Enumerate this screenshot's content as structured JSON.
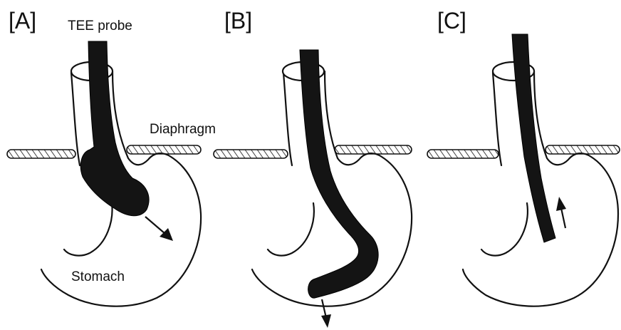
{
  "panels": [
    {
      "id": "A",
      "label": "[A]",
      "direction": "advance"
    },
    {
      "id": "B",
      "label": "[B]",
      "direction": "advance-flex"
    },
    {
      "id": "C",
      "label": "[C]",
      "direction": "withdraw"
    }
  ],
  "annotations": {
    "probe": "TEE probe",
    "diaphragm": "Diaphragm",
    "stomach": "Stomach"
  },
  "colors": {
    "probe": "#141414",
    "outline": "#111111",
    "diaphragm_hatch": "#111111",
    "background": "#ffffff"
  }
}
